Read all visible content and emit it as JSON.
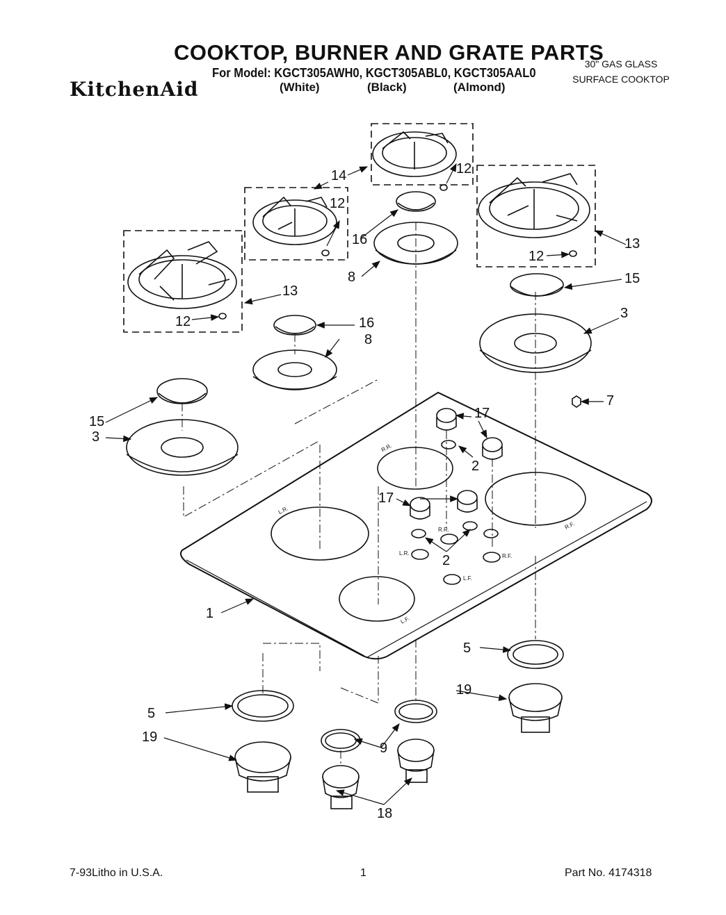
{
  "header": {
    "title": "COOKTOP, BURNER AND GRATE PARTS",
    "model_line": "For Model: KGCT305AWH0, KGCT305ABL0, KGCT305AAL0",
    "colors": [
      "(White)",
      "(Black)",
      "(Almond)"
    ],
    "brand": "KitchenAid",
    "side_line1": "30\" GAS GLASS",
    "side_line2": "SURFACE COOKTOP"
  },
  "callouts": {
    "c1": "1",
    "c2a": "2",
    "c2b": "2",
    "c3a": "3",
    "c3b": "3",
    "c5a": "5",
    "c5b": "5",
    "c7": "7",
    "c8a": "8",
    "c8b": "8",
    "c9": "9",
    "c12a": "12",
    "c12b": "12",
    "c12c": "12",
    "c12d": "12",
    "c13a": "13",
    "c13b": "13",
    "c14": "14",
    "c15a": "15",
    "c15b": "15",
    "c16a": "16",
    "c16b": "16",
    "c17a": "17",
    "c17b": "17",
    "c18": "18",
    "c19a": "19",
    "c19b": "19"
  },
  "hole_labels": {
    "lr": "L.R.",
    "rr": "R.R.",
    "rf": "R.F.",
    "lf": "L.F.",
    "k_rr": "R.R.",
    "k_lr": "L.R.",
    "k_rf": "R.F.",
    "k_lf": "L.F."
  },
  "footer": {
    "litho": "7-93Litho in U.S.A.",
    "page": "1",
    "part_no": "Part No. 4174318"
  }
}
